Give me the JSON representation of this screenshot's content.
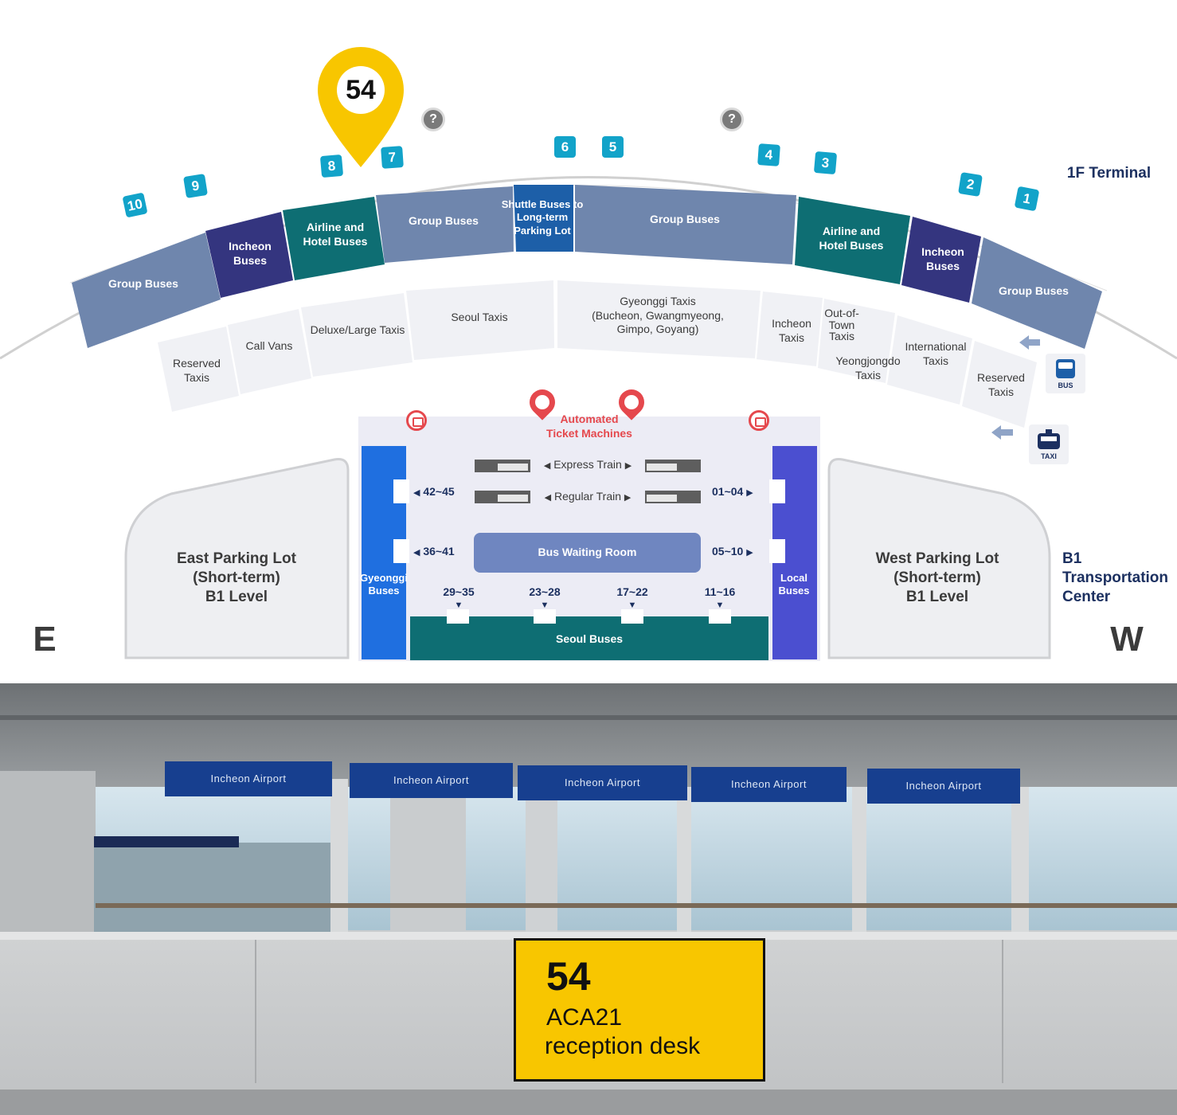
{
  "target_number": "54",
  "terminal_label": "1F Terminal",
  "transport_center_label": "B1\nTransportation\nCenter",
  "direction_east": "E",
  "direction_west": "W",
  "bays": [
    {
      "num": "10"
    },
    {
      "num": "9"
    },
    {
      "num": "8"
    },
    {
      "num": "7"
    },
    {
      "num": "6"
    },
    {
      "num": "5"
    },
    {
      "num": "4"
    },
    {
      "num": "3"
    },
    {
      "num": "2"
    },
    {
      "num": "1"
    }
  ],
  "help_icon": "?",
  "bus_zones": [
    {
      "label": "Group Buses",
      "color": "#6f86ad"
    },
    {
      "label": "Incheon\nBuses",
      "color": "#34357f"
    },
    {
      "label": "Airline and\nHotel Buses",
      "color": "#0e6e73"
    },
    {
      "label": "Group Buses",
      "color": "#6f86ad"
    },
    {
      "label": "Shuttle Buses to\nLong-term\nParking Lot",
      "color": "#1d5fa8"
    },
    {
      "label": "Group Buses",
      "color": "#6f86ad"
    },
    {
      "label": "Airline and\nHotel Buses",
      "color": "#0e6e73"
    },
    {
      "label": "Incheon\nBuses",
      "color": "#34357f"
    },
    {
      "label": "Group Buses",
      "color": "#6f86ad"
    }
  ],
  "taxi_zones": [
    {
      "label": "Reserved\nTaxis"
    },
    {
      "label": "Call Vans"
    },
    {
      "label": "Deluxe/Large Taxis"
    },
    {
      "label": "Seoul Taxis"
    },
    {
      "label": "Gyeonggi Taxis\n(Bucheon, Gwangmyeong,\nGimpo, Goyang)"
    },
    {
      "label": "Incheon\nTaxis"
    },
    {
      "label": "Out-of-\nTown\nTaxis"
    },
    {
      "label": "Yeongjongdo\nTaxis"
    },
    {
      "label": "International\nTaxis"
    },
    {
      "label": "Reserved\nTaxis"
    }
  ],
  "icons": {
    "bus": "BUS",
    "taxi": "TAXI"
  },
  "ticket_machines_label": "Automated\nTicket Machines",
  "express_train": "Express Train",
  "regular_train": "Regular Train",
  "bus_waiting_room": "Bus Waiting Room",
  "gyeonggi_buses": "Gyeonggi\nBuses",
  "local_buses": "Local\nBuses",
  "seoul_buses": "Seoul Buses",
  "gate_ranges": {
    "left_top": "42~45",
    "left_mid": "36~41",
    "right_top": "01~04",
    "right_mid": "05~10",
    "bottom": [
      "29~35",
      "23~28",
      "17~22",
      "11~16"
    ]
  },
  "east_parking": "East Parking Lot\n(Short-term)\nB1 Level",
  "west_parking": "West Parking Lot\n(Short-term)\nB1 Level",
  "photo": {
    "signs": [
      "Incheon Airport",
      "Incheon Airport",
      "Incheon Airport",
      "Incheon Airport",
      "Incheon Airport"
    ],
    "desk_number": "54",
    "desk_name": "ACA21",
    "desk_caption": "reception desk"
  }
}
